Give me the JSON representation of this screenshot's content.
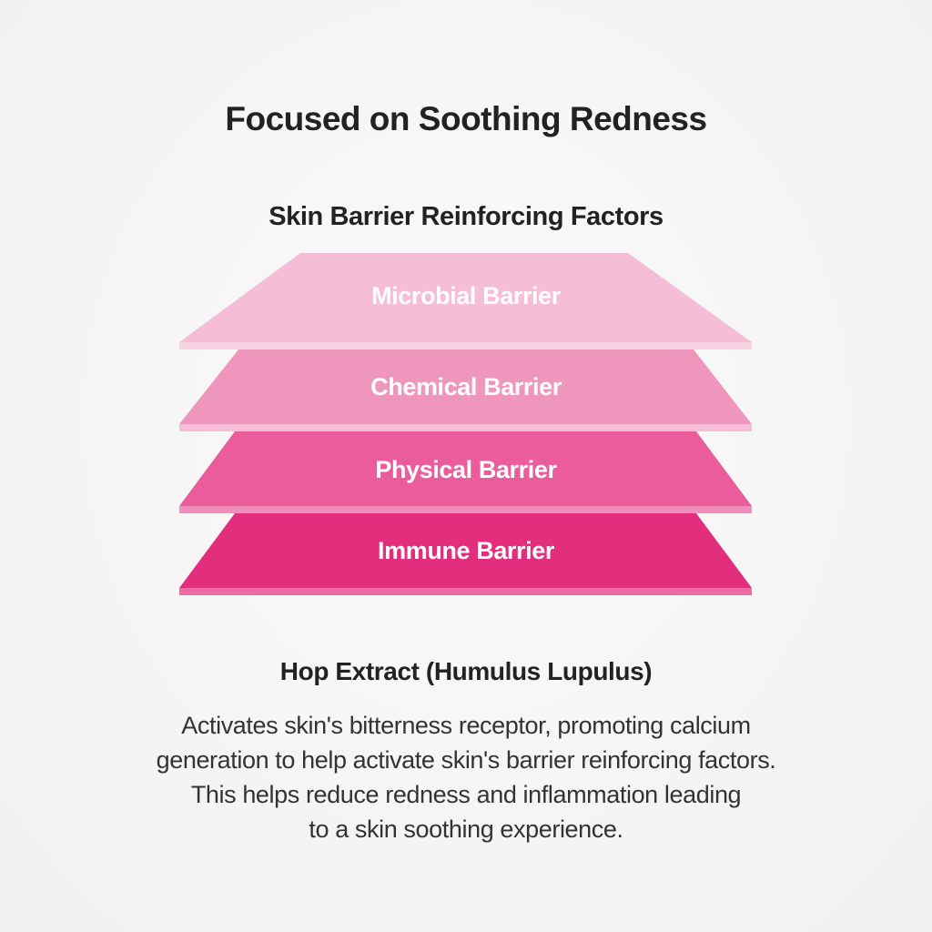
{
  "header": {
    "title": "Focused on Soothing Redness",
    "subtitle": "Skin Barrier Reinforcing Factors"
  },
  "barrier_layers": [
    {
      "label": "Microbial Barrier",
      "color": "#f5bdd6"
    },
    {
      "label": "Chemical Barrier",
      "color": "#ef96bd"
    },
    {
      "label": "Physical Barrier",
      "color": "#ea5c9b"
    },
    {
      "label": "Immune Barrier",
      "color": "#e32e7e"
    }
  ],
  "ingredient": {
    "name": "Hop Extract (Humulus Lupulus)",
    "description_lines": [
      "Activates skin's bitterness receptor, promoting calcium",
      "generation to help activate skin's barrier reinforcing factors.",
      "This helps reduce redness and inflammation leading",
      "to a skin soothing experience."
    ]
  }
}
